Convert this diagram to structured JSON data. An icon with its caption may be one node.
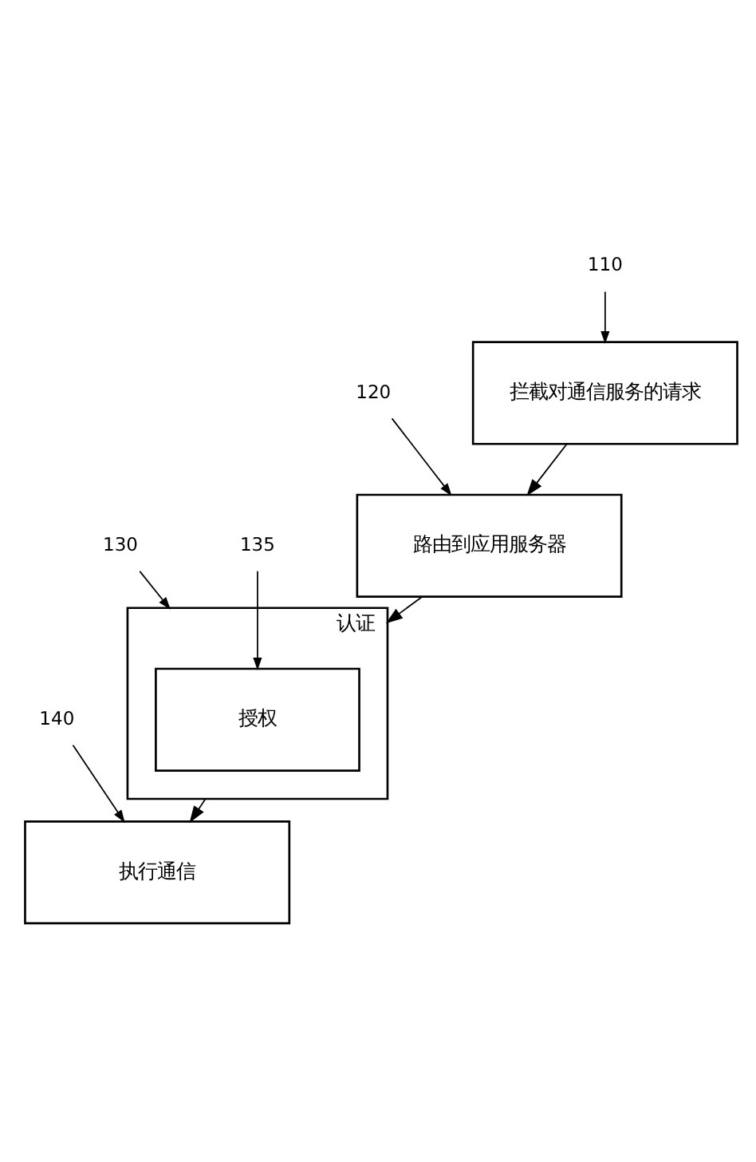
{
  "diagram": {
    "nodes": [
      {
        "text": [
          "拦截对通信服务的请求"
        ]
      },
      {
        "text": [
          "路由到应用服务器"
        ]
      },
      {
        "text": [
          "认证"
        ]
      },
      {
        "text": [
          "授权"
        ],
        "in": 2
      },
      {
        "text": [
          "执行通信"
        ]
      },
      {
        "text": [
          "110"
        ]
      },
      {
        "text": [
          "120"
        ]
      },
      {
        "text": [
          "130"
        ]
      },
      {
        "text": [
          "135"
        ]
      },
      {
        "text": [
          "140"
        ]
      }
    ],
    "edges": [
      {
        "from": 0,
        "to": 1,
        "arrow": "to"
      },
      {
        "from": 1,
        "to": 2,
        "arrow": "to"
      },
      {
        "from": 2,
        "to": 4,
        "arrow": "to"
      },
      {
        "from": 5,
        "to": 0,
        "arrow": "to"
      },
      {
        "from": 6,
        "to": 1,
        "arrow": "to"
      },
      {
        "from": 7,
        "to": 2,
        "arrow": "to"
      },
      {
        "from": 8,
        "to": 3,
        "arrow": "to"
      },
      {
        "from": 9,
        "to": 4,
        "arrow": "to"
      }
    ]
  }
}
